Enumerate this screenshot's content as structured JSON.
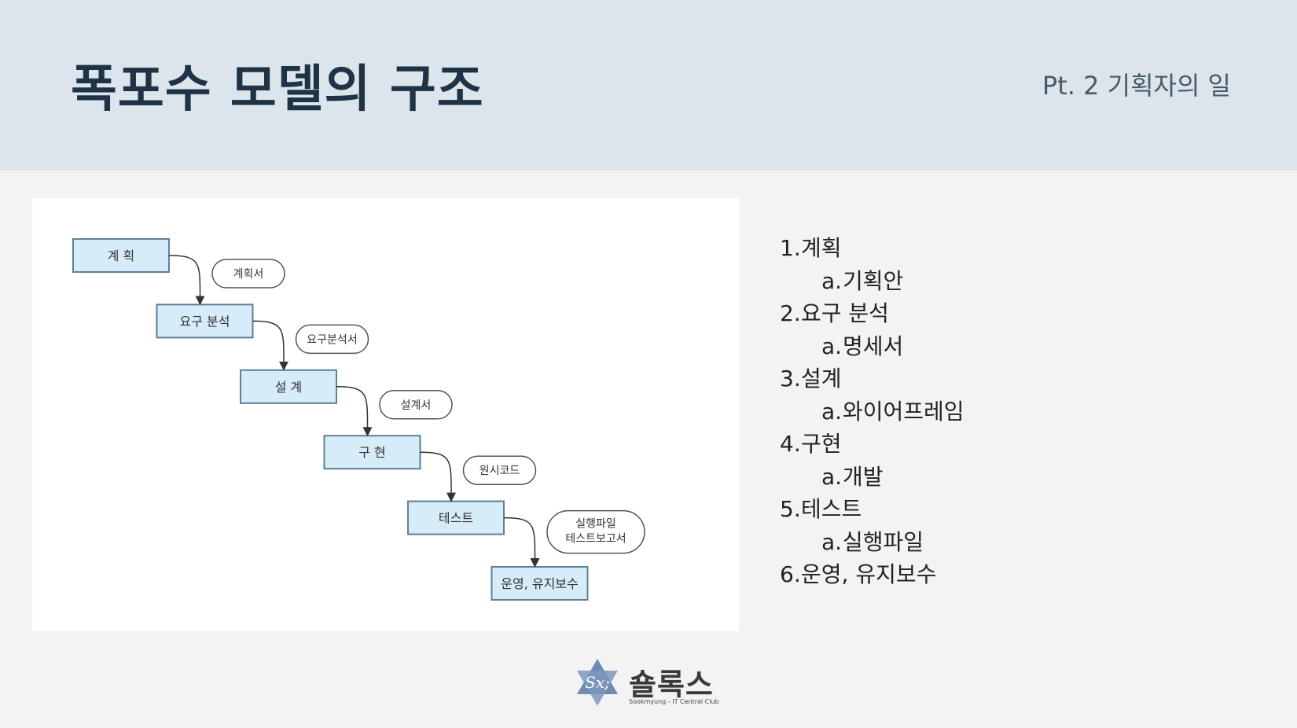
{
  "header": {
    "title": "폭포수 모델의 구조",
    "section": "Pt. 2 기획자의 일"
  },
  "diagram": {
    "steps": [
      "계 획",
      "요구 분석",
      "설 계",
      "구 현",
      "테스트",
      "운영, 유지보수"
    ],
    "documents": [
      [
        "계획서"
      ],
      [
        "요구분석서"
      ],
      [
        "설계서"
      ],
      [
        "원시코드"
      ],
      [
        "실행파일",
        "테스트보고서"
      ]
    ],
    "colors": {
      "step_fill": "#d6ecf8",
      "step_border": "#5f7f96",
      "arrow": "#333333"
    }
  },
  "outline": [
    {
      "num": "1.",
      "label": "계획",
      "sub": {
        "num": "a.",
        "label": "기획안"
      }
    },
    {
      "num": "2.",
      "label": "요구 분석",
      "sub": {
        "num": "a.",
        "label": "명세서"
      }
    },
    {
      "num": "3.",
      "label": "설계",
      "sub": {
        "num": "a.",
        "label": "와이어프레임"
      }
    },
    {
      "num": "4.",
      "label": "구현",
      "sub": {
        "num": "a.",
        "label": "개발"
      }
    },
    {
      "num": "5.",
      "label": "테스트",
      "sub": {
        "num": "a.",
        "label": "실행파일"
      }
    },
    {
      "num": "6.",
      "label": "운영, 유지보수",
      "sub": null
    }
  ],
  "logo": {
    "text": "숄록스",
    "subtext": "Sookmyung - IT Central Club",
    "icon": "star-of-david-icon",
    "mark": "Sx;"
  }
}
